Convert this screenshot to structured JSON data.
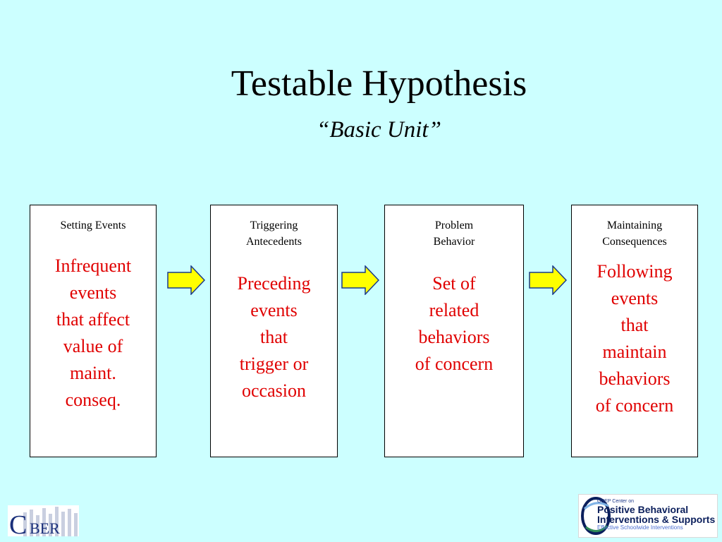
{
  "title": "Testable Hypothesis",
  "subtitle": "“Basic Unit”",
  "boxes": [
    {
      "header": [
        "Setting Events"
      ],
      "body": [
        "Infrequent",
        "events",
        "that affect",
        "value of",
        "maint.",
        "conseq."
      ]
    },
    {
      "header": [
        "Triggering",
        "Antecedents"
      ],
      "body": [
        "Preceding",
        "events",
        "that",
        "trigger or",
        "occasion"
      ]
    },
    {
      "header": [
        "Problem",
        "Behavior"
      ],
      "body": [
        "Set of",
        "related",
        "behaviors",
        "of concern"
      ]
    },
    {
      "header": [
        "Maintaining",
        "Consequences"
      ],
      "body": [
        "Following",
        "events",
        "that",
        "maintain",
        "behaviors",
        "of concern"
      ]
    }
  ],
  "logos": {
    "cber": {
      "big_letter": "C",
      "rest": "BER"
    },
    "pbis": {
      "line1": "OSEP Center on",
      "line2": "Positive Behavioral",
      "line3": "Interventions & Supports",
      "line4": "Effective Schoolwide Interventions"
    }
  },
  "colors": {
    "background": "#ccffff",
    "box_body_text": "#e00000",
    "arrow_fill": "#ffff00"
  }
}
